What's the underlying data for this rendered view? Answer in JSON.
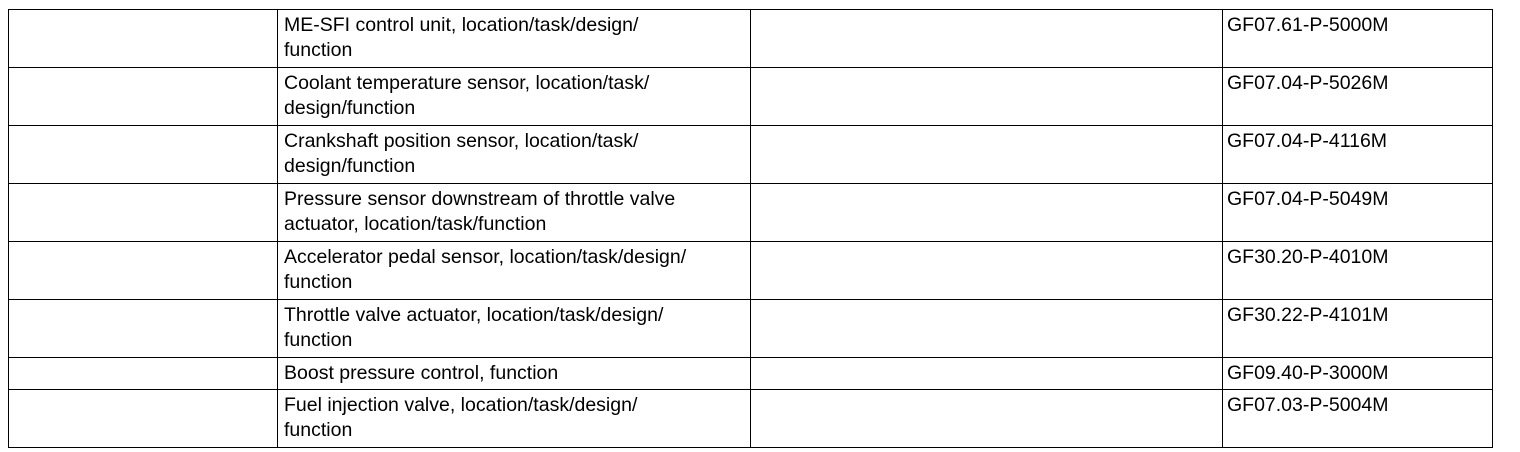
{
  "rows": [
    {
      "description": "ME-SFI control unit, location/task/design/\nfunction",
      "code": "GF07.61-P-5000M"
    },
    {
      "description": "Coolant temperature sensor, location/task/\ndesign/function",
      "code": "GF07.04-P-5026M"
    },
    {
      "description": "Crankshaft position sensor, location/task/\ndesign/function",
      "code": "GF07.04-P-4116M"
    },
    {
      "description": "Pressure sensor downstream of throttle valve\nactuator, location/task/function",
      "code": "GF07.04-P-5049M"
    },
    {
      "description": "Accelerator pedal sensor, location/task/design/\nfunction",
      "code": "GF30.20-P-4010M"
    },
    {
      "description": "Throttle valve actuator, location/task/design/\nfunction",
      "code": "GF30.22-P-4101M"
    },
    {
      "description": "Boost pressure control, function",
      "code": "GF09.40-P-3000M"
    },
    {
      "description": "Fuel injection valve, location/task/design/\nfunction",
      "code": "GF07.03-P-5004M"
    }
  ]
}
